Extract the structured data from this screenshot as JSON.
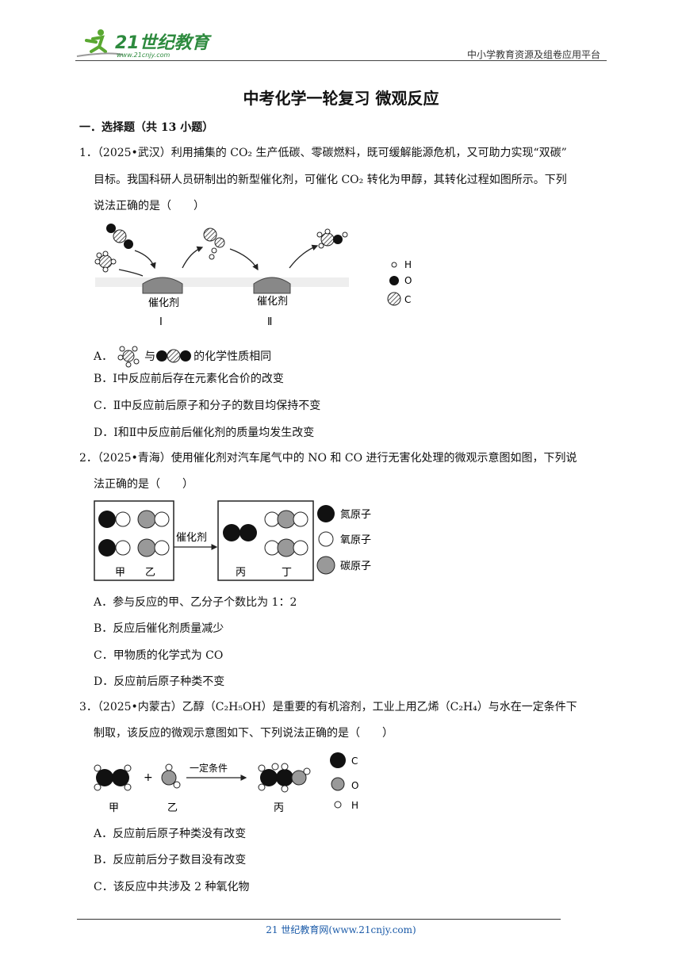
{
  "header": {
    "logo_main": "21世纪教育",
    "logo_sub": "www.21cnjy.com",
    "platform": "中小学教育资源及组卷应用平台"
  },
  "title": "中考化学一轮复习  微观反应",
  "section": "一．选择题（共 13 小题）",
  "q1": {
    "line1": "1．（2025•武汉）利用捕集的 CO₂ 生产低碳、零碳燃料，既可缓解能源危机，又可助力实现“双碳”",
    "line2": "目标。我国科研人员研制出的新型催化剂，可催化 CO₂ 转化为甲醇，其转化过程如图所示。下列",
    "line3": "说法正确的是（　　）",
    "fig": {
      "cat1": "催化剂",
      "cat2": "催化剂",
      "stage1": "Ⅰ",
      "stage2": "Ⅱ",
      "leg_h": "H",
      "leg_o": "O",
      "leg_c": "C"
    },
    "optA_pre": "A．",
    "optA_mid": "与",
    "optA_post": "的化学性质相同",
    "optB": "B．Ⅰ中反应前后存在元素化合价的改变",
    "optC": "C．Ⅱ中反应前后原子和分子的数目均保持不变",
    "optD": "D．Ⅰ和Ⅱ中反应前后催化剂的质量均发生改变"
  },
  "q2": {
    "line1": "2．（2025•青海）使用催化剂对汽车尾气中的 NO 和 CO 进行无害化处理的微观示意图如图，下列说",
    "line2": "法正确的是（　　）",
    "fig": {
      "cat": "催化剂",
      "jia": "甲",
      "yi": "乙",
      "bing": "丙",
      "ding": "丁",
      "leg_n": "氮原子",
      "leg_o": "氧原子",
      "leg_c": "碳原子"
    },
    "optA": "A．参与反应的甲、乙分子个数比为 1：2",
    "optB": "B．反应后催化剂质量减少",
    "optC": "C．甲物质的化学式为 CO",
    "optD": "D．反应前后原子种类不变"
  },
  "q3": {
    "line1": "3．（2025•内蒙古）乙醇（C₂H₅OH）是重要的有机溶剂，工业上用乙烯（C₂H₄）与水在一定条件下",
    "line2": "制取，该反应的微观示意图如下、下列说法正确的是（　　）",
    "fig": {
      "plus": "+",
      "cond": "一定条件",
      "jia": "甲",
      "yi": "乙",
      "bing": "丙",
      "leg_c": "C",
      "leg_o": "O",
      "leg_h": "H"
    },
    "optA": "A．反应前后原子种类没有改变",
    "optB": "B．反应前后分子数目没有改变",
    "optC": "C．该反应中共涉及 2 种氧化物"
  },
  "footer": "21 世纪教育网(www.21cnjy.com)"
}
